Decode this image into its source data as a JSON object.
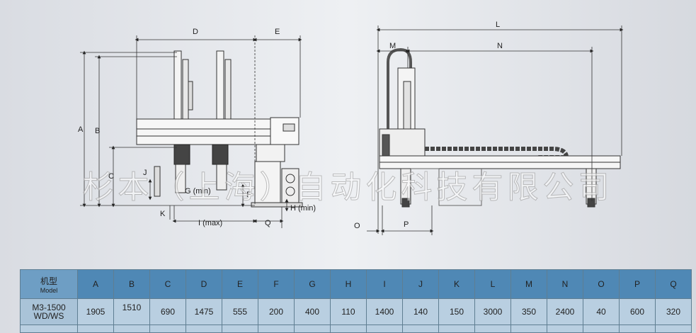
{
  "dimension_labels": {
    "A": "A",
    "B": "B",
    "C": "C",
    "D": "D",
    "E": "E",
    "F": "F",
    "G": "G (min)",
    "H": "H (min)",
    "I": "I (max)",
    "J": "J",
    "K": "K",
    "L": "L",
    "M": "M",
    "N": "N",
    "O": "O",
    "P": "P",
    "Q": "Q"
  },
  "watermark": "杉本（上海）自动化科技有限公司",
  "table": {
    "model_header": "机型",
    "model_header_en": "Model",
    "columns": [
      "A",
      "B",
      "C",
      "D",
      "E",
      "F",
      "G",
      "H",
      "I",
      "J",
      "K",
      "L",
      "M",
      "N",
      "O",
      "P",
      "Q"
    ],
    "rows": [
      {
        "model": "M3-1500",
        "model_sub": "WD/WS",
        "values": [
          "1905",
          "1510",
          "690",
          "1475",
          "555",
          "200",
          "400",
          "110",
          "1400",
          "140",
          "150",
          "3000",
          "350",
          "2400",
          "40",
          "600",
          "320"
        ]
      }
    ]
  }
}
